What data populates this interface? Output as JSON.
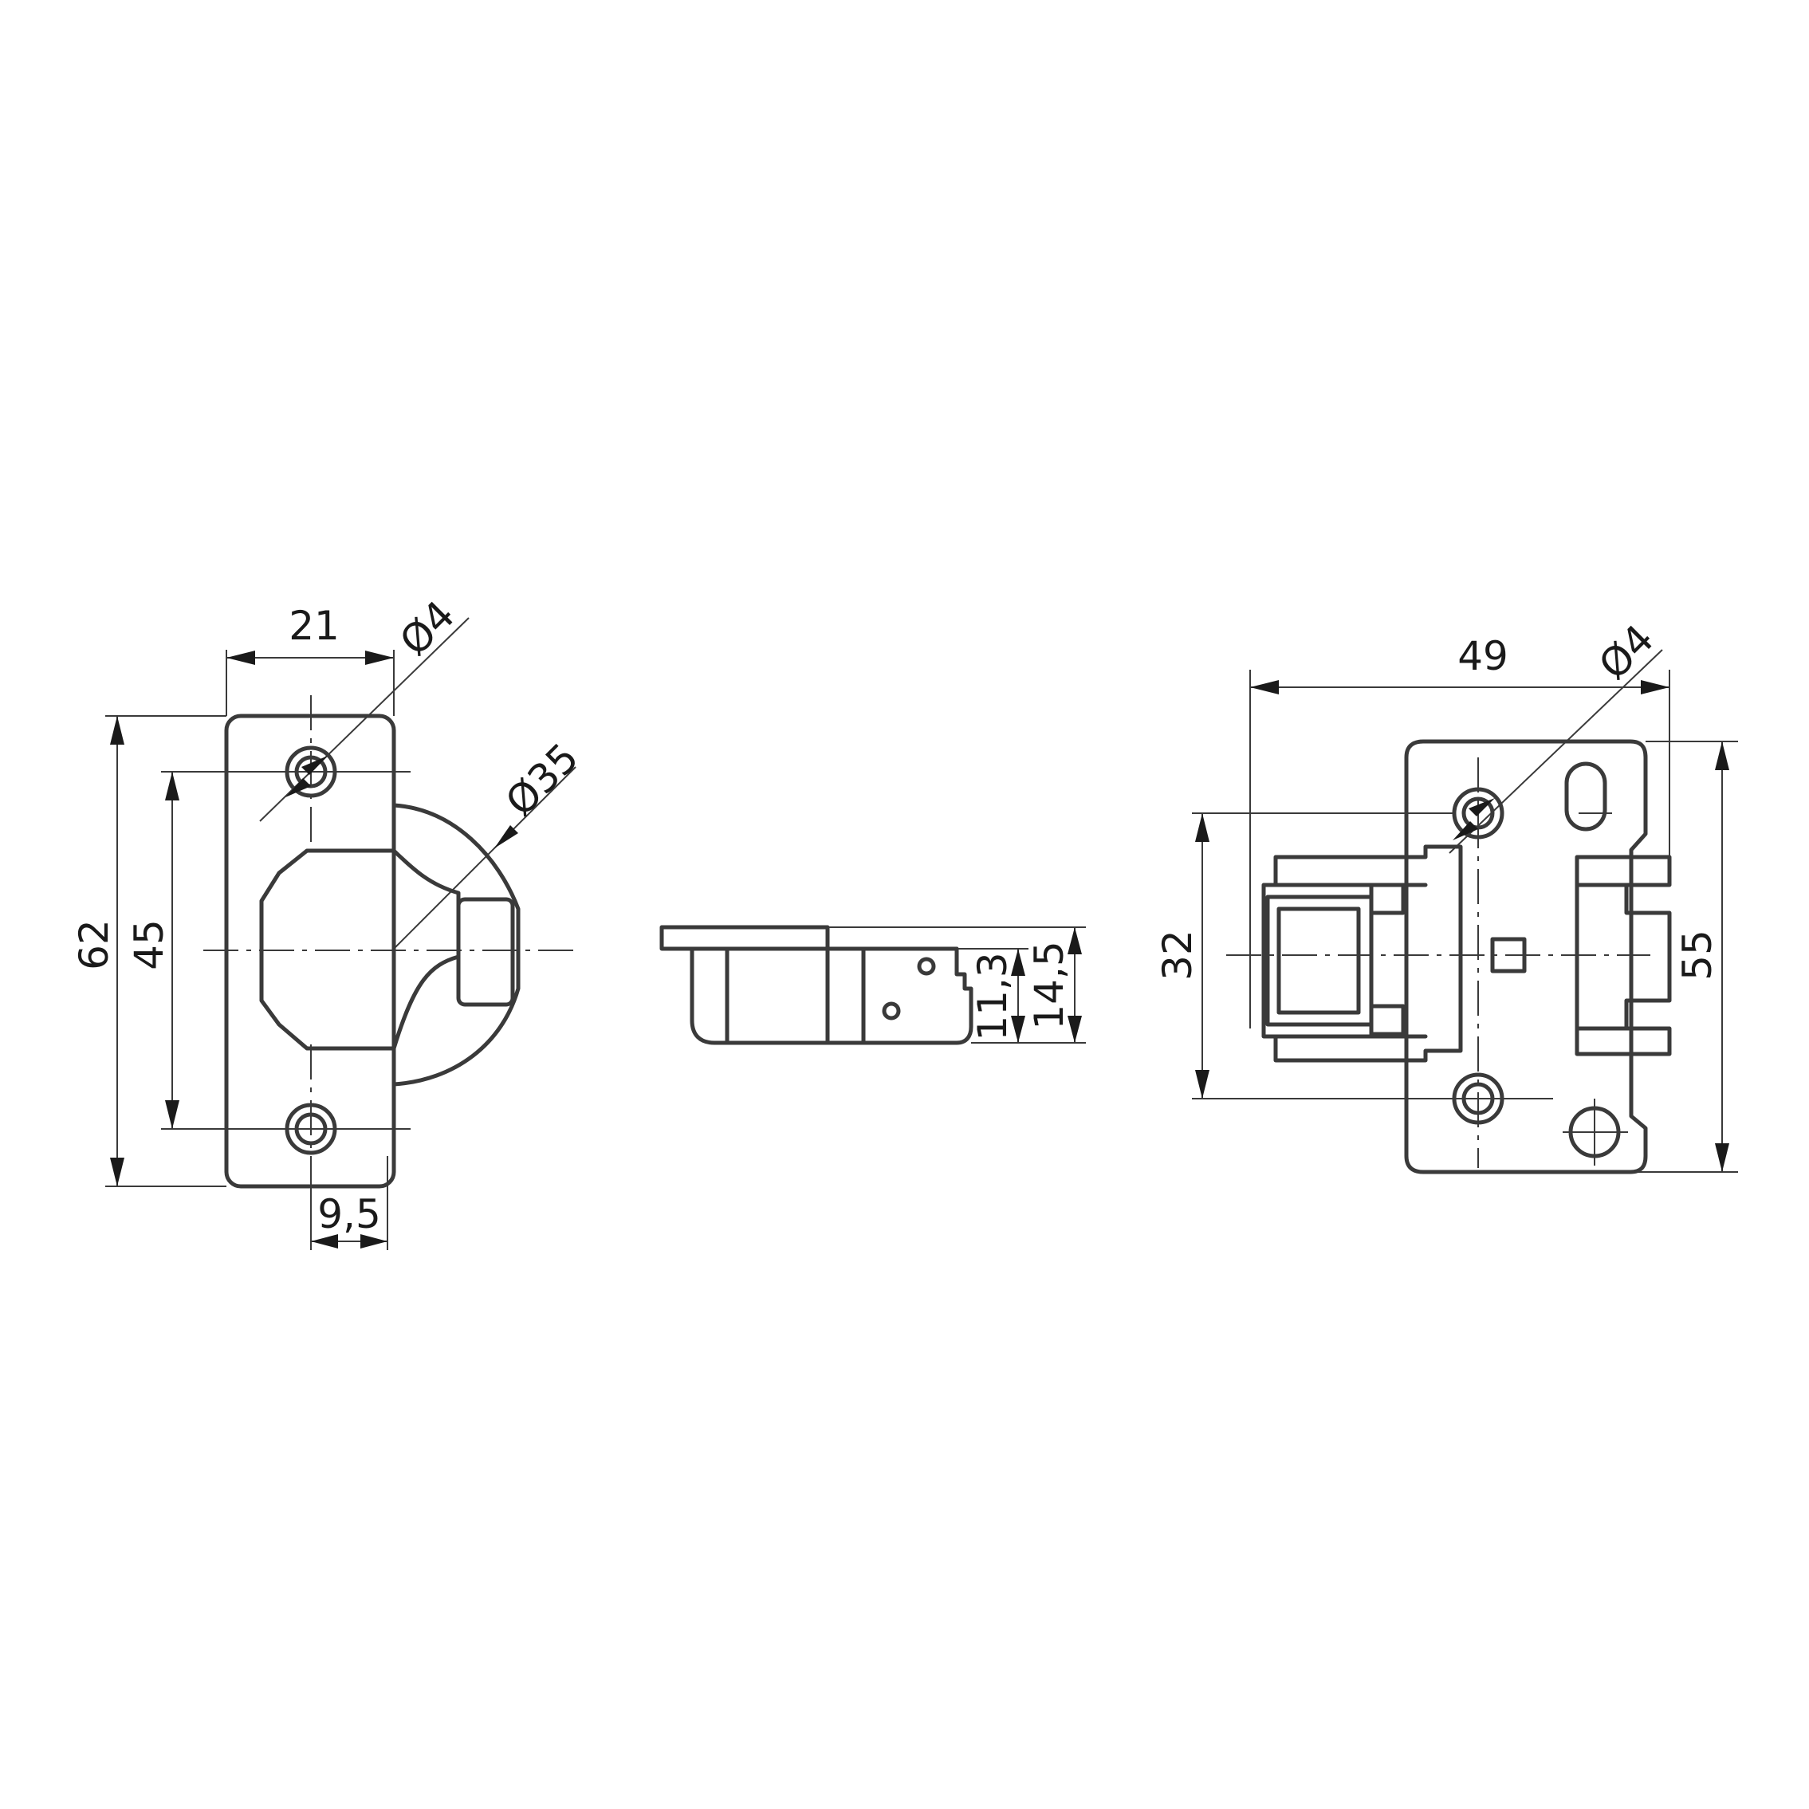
{
  "views": {
    "hinge_cup_plan": {
      "dims": {
        "width_21": "21",
        "hole_dia_4": "Ø4",
        "cup_dia_35": "Ø35",
        "height_62": "62",
        "hole_spacing_45": "45",
        "offset_9_5": "9,5"
      }
    },
    "hinge_side": {
      "dims": {
        "depth_11_3": "11,3",
        "depth_14_5": "14,5"
      }
    },
    "mounting_plate": {
      "dims": {
        "width_49": "49",
        "hole_dia_4": "Ø4",
        "height_32": "32",
        "height_55": "55"
      }
    }
  }
}
